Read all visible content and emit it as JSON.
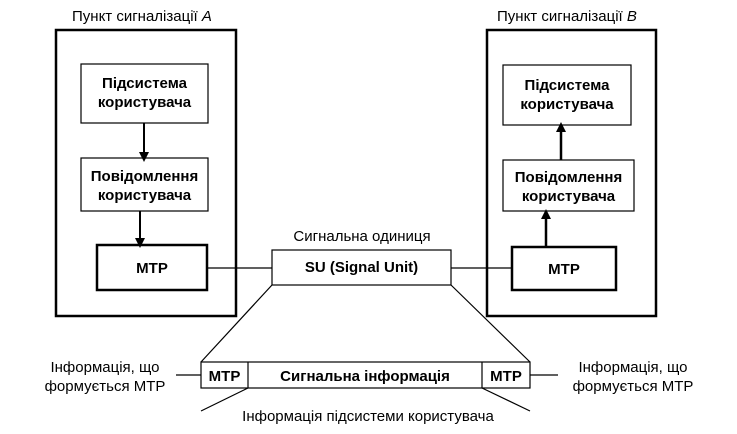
{
  "point_a": {
    "title_prefix": "Пункт сигналізації ",
    "title_letter": "A",
    "user_subsystem": [
      "Підсистема",
      "користувача"
    ],
    "user_message": [
      "Повідомлення",
      "користувача"
    ],
    "mtp": "MTP"
  },
  "point_b": {
    "title_prefix": "Пункт сигналізації ",
    "title_letter": "B",
    "user_subsystem": [
      "Підсистема",
      "користувача"
    ],
    "user_message": [
      "Повідомлення",
      "користувача"
    ],
    "mtp": "MTP"
  },
  "signal_unit": {
    "caption": "Сигнальна одиниця",
    "label": "SU (Signal Unit)"
  },
  "frame": {
    "left_field": "MTP",
    "middle_field": "Сигнальна інформація",
    "right_field": "MTP"
  },
  "annotations": {
    "left": [
      "Інформація, що",
      "формується MTP"
    ],
    "right": [
      "Інформація, що",
      "формується MTP"
    ],
    "bottom": "Інформація підсистеми користувача"
  }
}
